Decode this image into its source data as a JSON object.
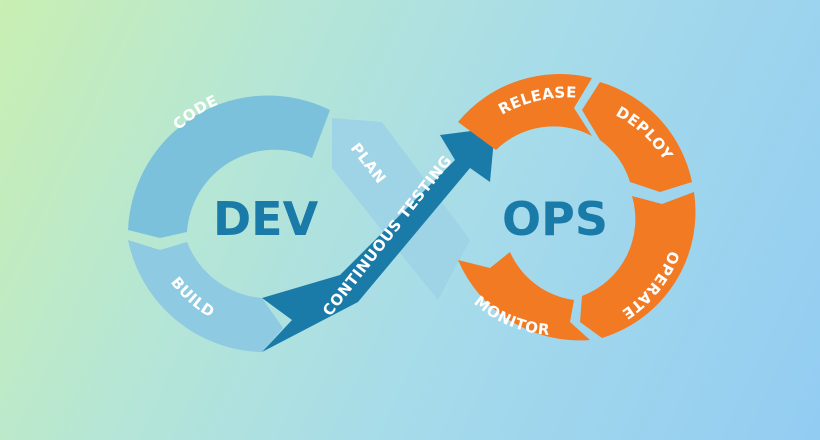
{
  "diagram": {
    "left_loop_label": "DEV",
    "right_loop_label": "OPS",
    "stages": {
      "code": "CODE",
      "build": "BUILD",
      "plan": "PLAN",
      "continuous_testing": "CONTINUOUS TESTING",
      "release": "RELEASE",
      "deploy": "DEPLOY",
      "operate": "OPERATE",
      "monitor": "MONITOR"
    },
    "colors": {
      "dev_segment": "#7cc1dc",
      "dev_segment_alt": "#8ecae2",
      "testing_arrow": "#1a7aa8",
      "ops_segment": "#f27a22",
      "label_text": "#1a7aa8"
    }
  }
}
